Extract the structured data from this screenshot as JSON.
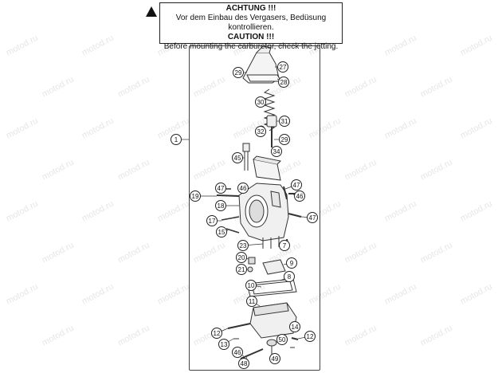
{
  "warning": {
    "title_de": "ACHTUNG !!!",
    "text_de": "Vor dem Einbau des Vergasers, Bedüsung kontrollieren.",
    "title_en": "CAUTION !!!",
    "text_en": "Before mounting the carburetor, check the jetting."
  },
  "watermark": "motod.ru",
  "callouts": [
    {
      "id": "1"
    },
    {
      "id": "27"
    },
    {
      "id": "29"
    },
    {
      "id": "28"
    },
    {
      "id": "30"
    },
    {
      "id": "31"
    },
    {
      "id": "32"
    },
    {
      "id": "29b",
      "text": "29"
    },
    {
      "id": "34"
    },
    {
      "id": "45"
    },
    {
      "id": "47"
    },
    {
      "id": "46"
    },
    {
      "id": "19"
    },
    {
      "id": "18"
    },
    {
      "id": "46b",
      "text": "46"
    },
    {
      "id": "47b",
      "text": "47"
    },
    {
      "id": "47c",
      "text": "47"
    },
    {
      "id": "17"
    },
    {
      "id": "15"
    },
    {
      "id": "23"
    },
    {
      "id": "7"
    },
    {
      "id": "20"
    },
    {
      "id": "9"
    },
    {
      "id": "21"
    },
    {
      "id": "8"
    },
    {
      "id": "10"
    },
    {
      "id": "11"
    },
    {
      "id": "14"
    },
    {
      "id": "12"
    },
    {
      "id": "13"
    },
    {
      "id": "50"
    },
    {
      "id": "12b",
      "text": "12"
    },
    {
      "id": "46c",
      "text": "46"
    },
    {
      "id": "49"
    },
    {
      "id": "48"
    }
  ]
}
